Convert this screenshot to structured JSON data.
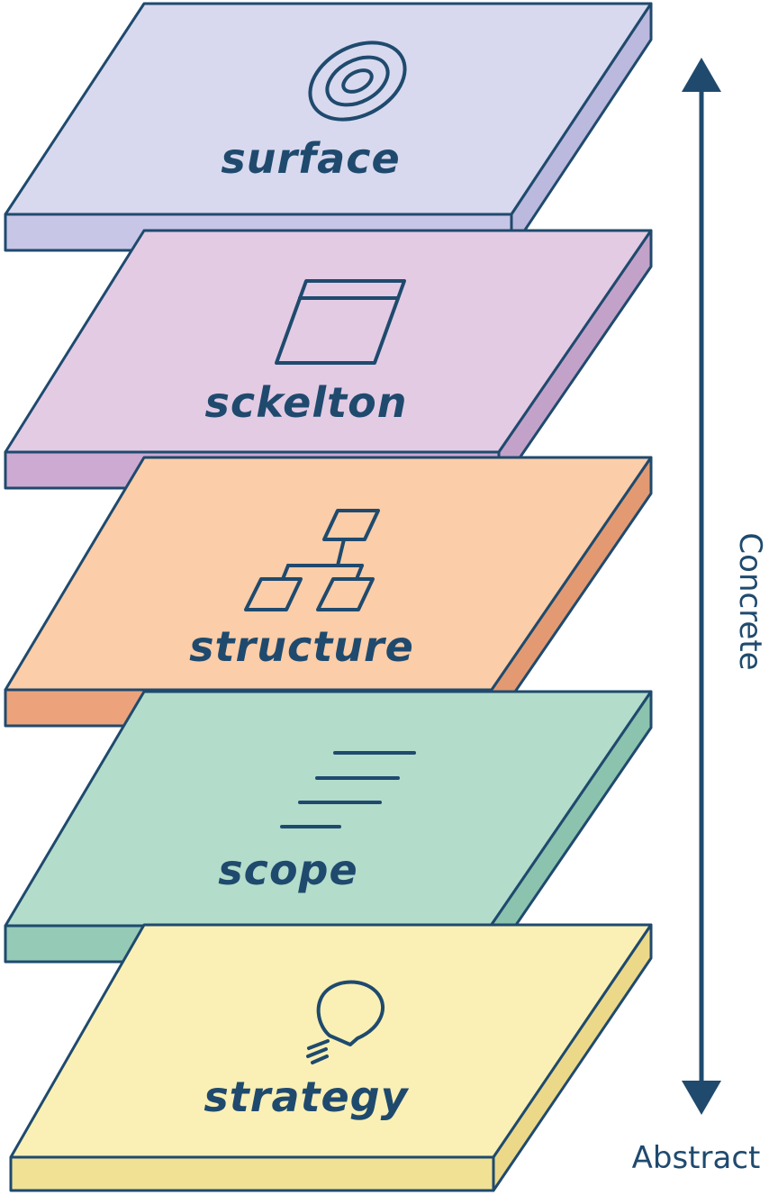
{
  "layers": [
    {
      "label": "surface",
      "icon": "target-icon",
      "colors": {
        "top": "#d8d9ee",
        "front": "#c7c6e6",
        "side": "#bcb9de"
      }
    },
    {
      "label": "sckelton",
      "icon": "wireframe-icon",
      "colors": {
        "top": "#e3cbe4",
        "front": "#cdaad2",
        "side": "#c3a2c9"
      }
    },
    {
      "label": "structure",
      "icon": "hierarchy-icon",
      "colors": {
        "top": "#fbcda8",
        "front": "#eca37b",
        "side": "#e39a72"
      }
    },
    {
      "label": "scope",
      "icon": "lines-icon",
      "colors": {
        "top": "#b3dccb",
        "front": "#95cab6",
        "side": "#8bc3ae"
      }
    },
    {
      "label": "strategy",
      "icon": "lightbulb-icon",
      "colors": {
        "top": "#faf0b5",
        "front": "#f1e195",
        "side": "#ebd989"
      }
    }
  ],
  "axis": {
    "top_label": "Concrete",
    "bottom_label": "Abstract"
  },
  "colors": {
    "ink": "#1f4a6e",
    "background": "#ffffff"
  }
}
